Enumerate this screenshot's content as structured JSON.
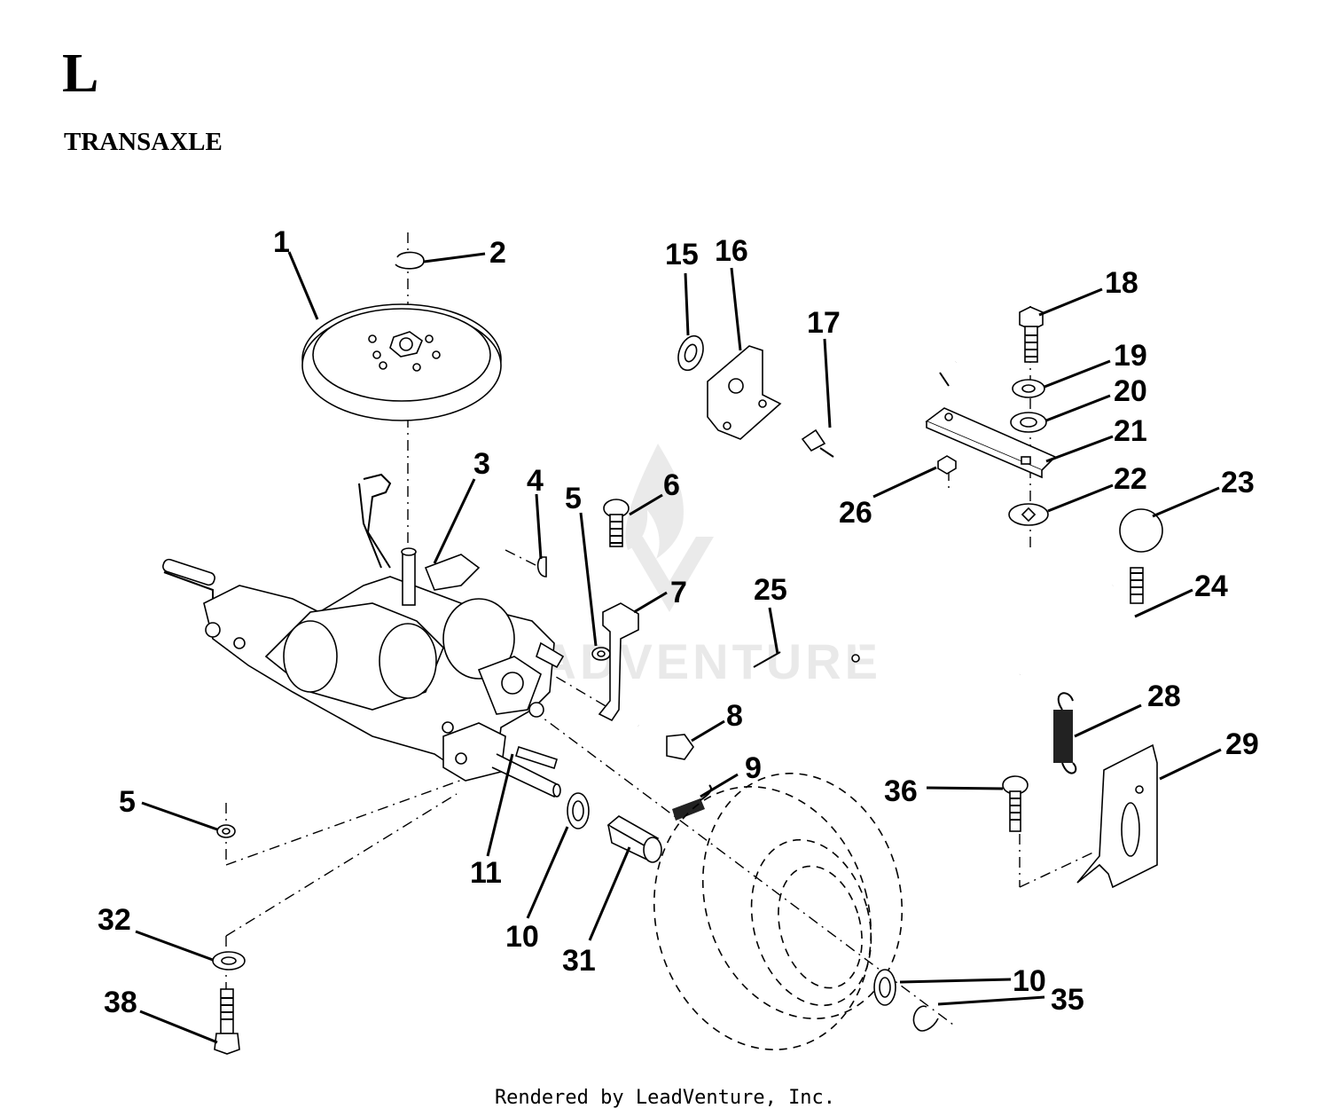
{
  "header": {
    "section_letter": "L",
    "section_title": "TRANSAXLE"
  },
  "callouts": [
    "1",
    "2",
    "3",
    "4",
    "5",
    "6",
    "7",
    "8",
    "9",
    "10",
    "11",
    "15",
    "16",
    "17",
    "18",
    "19",
    "20",
    "21",
    "22",
    "23",
    "24",
    "25",
    "26",
    "28",
    "29",
    "31",
    "32",
    "35",
    "36",
    "38",
    "5",
    "10"
  ],
  "watermark": "LEADVENTURE",
  "footer": {
    "rendered_by": "Rendered by LeadVenture, Inc."
  }
}
